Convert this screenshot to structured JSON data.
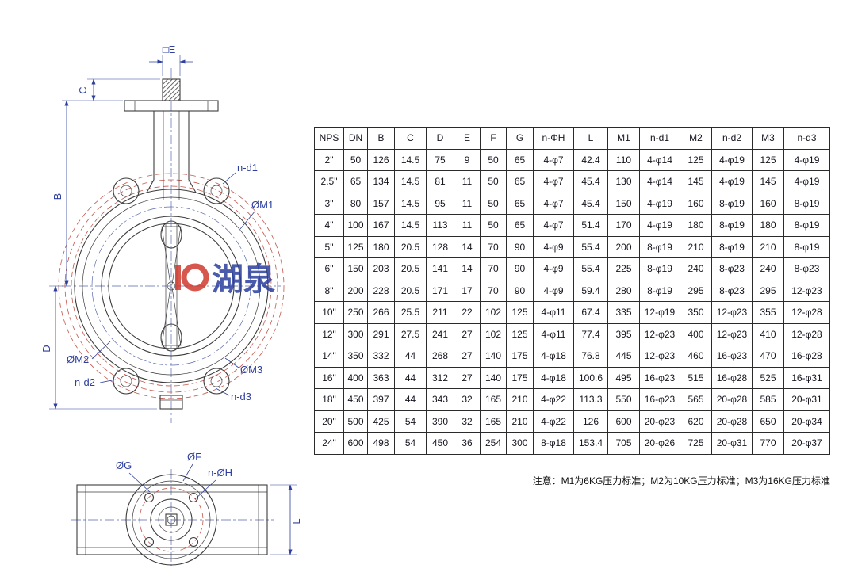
{
  "drawing": {
    "front_view": {
      "labels": {
        "square_e": "□E",
        "c": "C",
        "b": "B",
        "d": "D",
        "n_d1": "n-d1",
        "m1": "ØM1",
        "m2": "ØM2",
        "n_d2": "n-d2",
        "m3": "ØM3",
        "n_d3": "n-d3"
      }
    },
    "bottom_view": {
      "labels": {
        "g": "ØG",
        "f": "ØF",
        "n_h": "n-ØH",
        "l": "L"
      }
    },
    "watermark_text": "湖泉",
    "colors": {
      "outline": "#3c3c3c",
      "dimension_blue": "#2e3f9e",
      "centerline_blue": "#5a6ab0",
      "phantom_red": "#c2564a",
      "watermark_red": "#d03a2e",
      "watermark_blue": "#2b3f9e"
    }
  },
  "table": {
    "headers": [
      "NPS",
      "DN",
      "B",
      "C",
      "D",
      "E",
      "F",
      "G",
      "n-ΦH",
      "L",
      "M1",
      "n-d1",
      "M2",
      "n-d2",
      "M3",
      "n-d3"
    ],
    "rows": [
      [
        "2\"",
        "50",
        "126",
        "14.5",
        "75",
        "9",
        "50",
        "65",
        "4-φ7",
        "42.4",
        "110",
        "4-φ14",
        "125",
        "4-φ19",
        "125",
        "4-φ19"
      ],
      [
        "2.5\"",
        "65",
        "134",
        "14.5",
        "81",
        "11",
        "50",
        "65",
        "4-φ7",
        "45.4",
        "130",
        "4-φ14",
        "145",
        "4-φ19",
        "145",
        "4-φ19"
      ],
      [
        "3\"",
        "80",
        "157",
        "14.5",
        "95",
        "11",
        "50",
        "65",
        "4-φ7",
        "45.4",
        "150",
        "4-φ19",
        "160",
        "8-φ19",
        "160",
        "8-φ19"
      ],
      [
        "4\"",
        "100",
        "167",
        "14.5",
        "113",
        "11",
        "50",
        "65",
        "4-φ7",
        "51.4",
        "170",
        "4-φ19",
        "180",
        "8-φ19",
        "180",
        "8-φ19"
      ],
      [
        "5\"",
        "125",
        "180",
        "20.5",
        "128",
        "14",
        "70",
        "90",
        "4-φ9",
        "55.4",
        "200",
        "8-φ19",
        "210",
        "8-φ19",
        "210",
        "8-φ19"
      ],
      [
        "6\"",
        "150",
        "203",
        "20.5",
        "141",
        "14",
        "70",
        "90",
        "4-φ9",
        "55.4",
        "225",
        "8-φ19",
        "240",
        "8-φ23",
        "240",
        "8-φ23"
      ],
      [
        "8\"",
        "200",
        "228",
        "20.5",
        "171",
        "17",
        "70",
        "90",
        "4-φ9",
        "59.4",
        "280",
        "8-φ19",
        "295",
        "8-φ23",
        "295",
        "12-φ23"
      ],
      [
        "10\"",
        "250",
        "266",
        "25.5",
        "211",
        "22",
        "102",
        "125",
        "4-φ11",
        "67.4",
        "335",
        "12-φ19",
        "350",
        "12-φ23",
        "355",
        "12-φ28"
      ],
      [
        "12\"",
        "300",
        "291",
        "27.5",
        "241",
        "27",
        "102",
        "125",
        "4-φ11",
        "77.4",
        "395",
        "12-φ23",
        "400",
        "12-φ23",
        "410",
        "12-φ28"
      ],
      [
        "14\"",
        "350",
        "332",
        "44",
        "268",
        "27",
        "140",
        "175",
        "4-φ18",
        "76.8",
        "445",
        "12-φ23",
        "460",
        "16-φ23",
        "470",
        "16-φ28"
      ],
      [
        "16\"",
        "400",
        "363",
        "44",
        "312",
        "27",
        "140",
        "175",
        "4-φ18",
        "100.6",
        "495",
        "16-φ23",
        "515",
        "16-φ28",
        "525",
        "16-φ31"
      ],
      [
        "18\"",
        "450",
        "397",
        "44",
        "343",
        "32",
        "165",
        "210",
        "4-φ22",
        "113.3",
        "550",
        "16-φ23",
        "565",
        "20-φ28",
        "585",
        "20-φ31"
      ],
      [
        "20\"",
        "500",
        "425",
        "54",
        "390",
        "32",
        "165",
        "210",
        "4-φ22",
        "126",
        "600",
        "20-φ23",
        "620",
        "20-φ28",
        "650",
        "20-φ34"
      ],
      [
        "24\"",
        "600",
        "498",
        "54",
        "450",
        "36",
        "254",
        "300",
        "8-φ18",
        "153.4",
        "705",
        "20-φ26",
        "725",
        "20-φ31",
        "770",
        "20-φ37"
      ]
    ]
  },
  "note": "注意：M1为6KG压力标准；M2为10KG压力标准；M3为16KG压力标准"
}
